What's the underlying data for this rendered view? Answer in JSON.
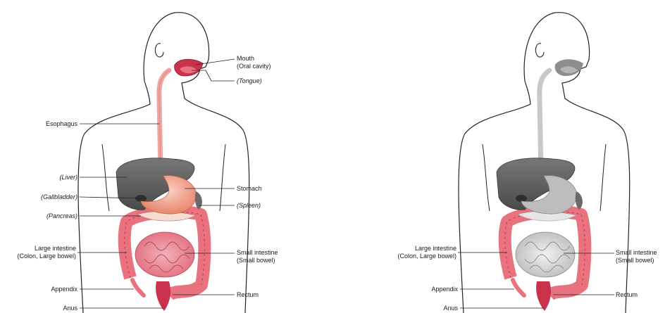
{
  "left_panel": {
    "labels": {
      "mouth": "Mouth",
      "oral_cavity": "(Oral cavity)",
      "tongue": "(Tongue)",
      "esophagus": "Esophagus",
      "liver": "(Liver)",
      "gallbladder": "(Gallbladder)",
      "stomach": "Stomach",
      "spleen": "(Spleen)",
      "pancreas": "(Pancreas)",
      "large_intestine": "Large intestine",
      "large_intestine_alt": "(Colon, Large bowel)",
      "small_intestine": "Small intestine",
      "small_intestine_alt": "(Small bowel)",
      "appendix": "Appendix",
      "rectum": "Rectum",
      "anus": "Anus"
    }
  },
  "right_panel": {
    "labels": {
      "large_intestine": "Large intestine",
      "large_intestine_alt": "(Colon, Large bowel)",
      "small_intestine": "Small intestine",
      "small_intestine_alt": "(Small bowel)",
      "appendix": "Appendix",
      "rectum": "Rectum",
      "anus": "Anus"
    }
  },
  "colors": {
    "digestive_highlight": "#e8737e",
    "digestive_dark": "#c8324a",
    "esophagus": "#f0a5a0",
    "stomach": "#f2a98f",
    "liver": "#555555",
    "greyed_organs": "#c8c8c8",
    "outline": "#222222"
  }
}
